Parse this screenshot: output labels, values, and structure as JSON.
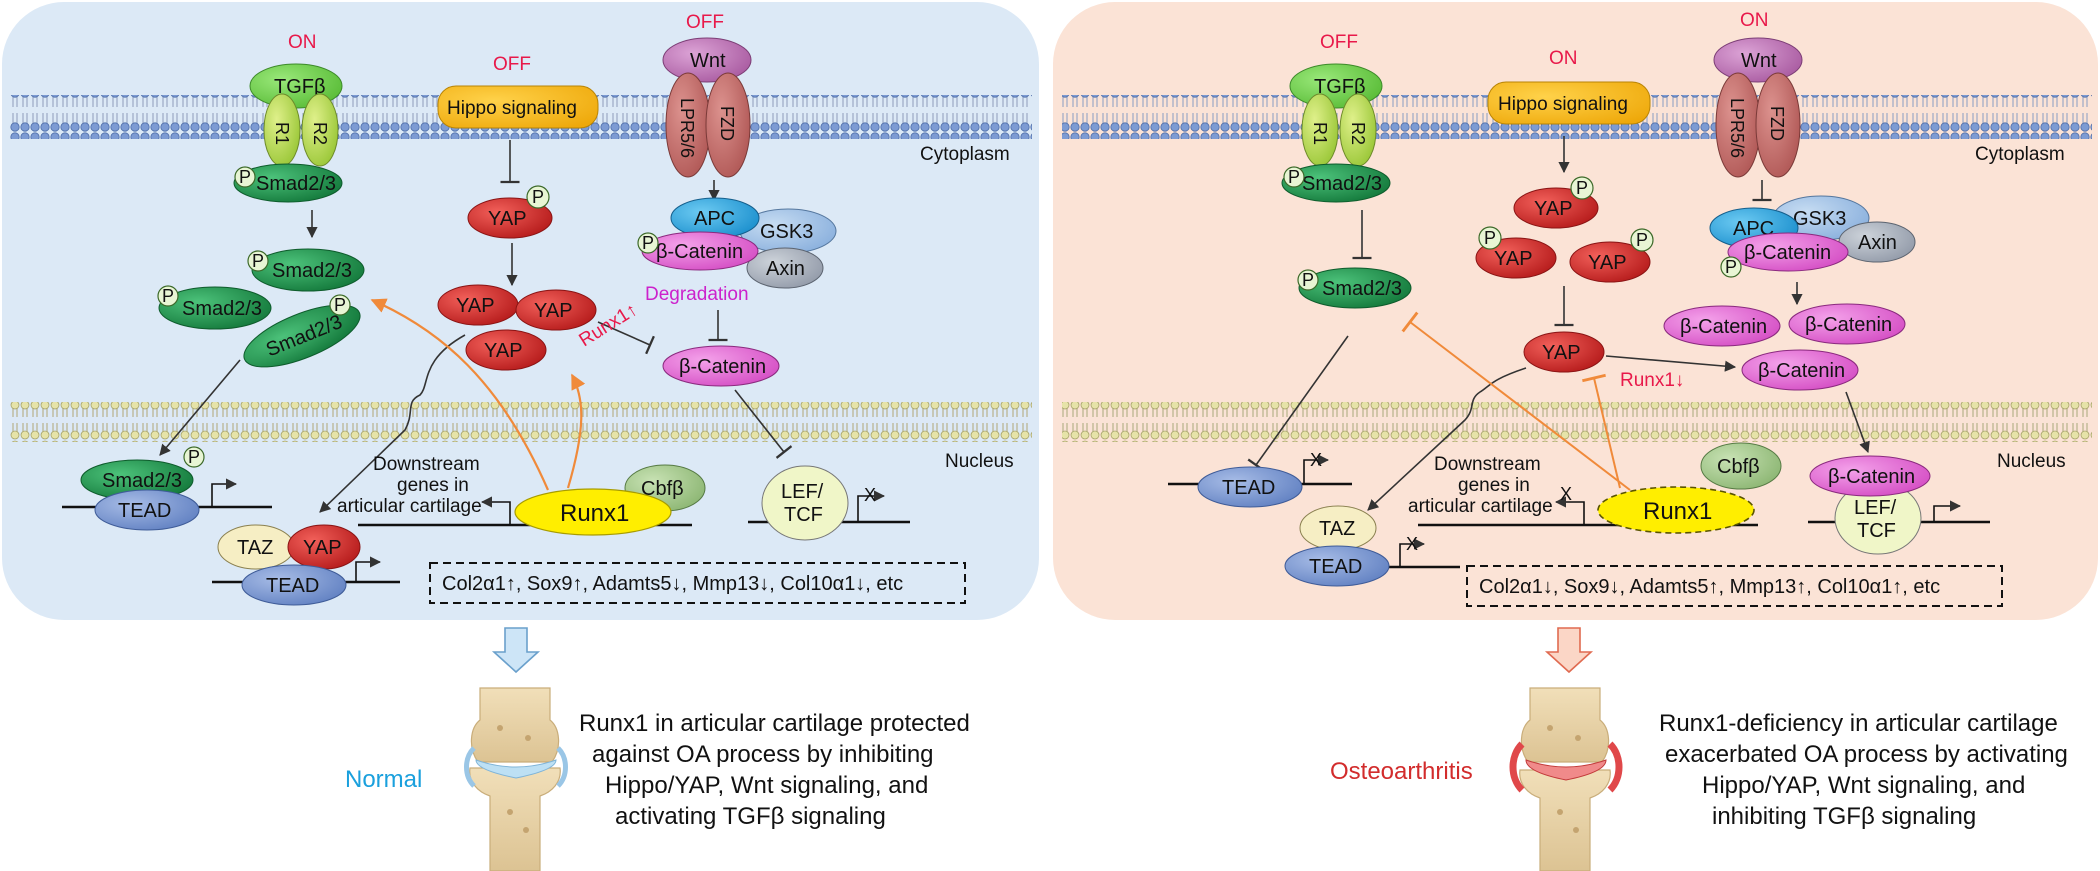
{
  "colors": {
    "left_panel": "#dce9f6",
    "right_panel": "#fbe3d6",
    "membrane_blue": "#6d8fc8",
    "tgfb": "#7fd64a",
    "receptor": "#b8dc52",
    "smad": "#1e9650",
    "yap": "#d62b2b",
    "hippo": "#f6b615",
    "wnt": "#c07ab8",
    "lpr_fzd": "#c6706e",
    "apc": "#2ea8e0",
    "gsk3": "#9fc3e6",
    "axin": "#a9b1bd",
    "catenin": "#e870d6",
    "tead": "#7b96cf",
    "taz": "#f6eec4",
    "runx1": "#ffee00",
    "cbfb": "#a5c98d",
    "leftcf": "#f0f6c8",
    "orange_arrow": "#f08a3a",
    "status_red": "#e8194a",
    "normal_blue": "#1aa0dd",
    "oa_red": "#d22c2c"
  },
  "left": {
    "tgfb_status": "ON",
    "hippo_status": "OFF",
    "wnt_status": "OFF",
    "tgfb": "TGFβ",
    "r1": "R1",
    "r2": "R2",
    "p": "P",
    "smad": "Smad2/3",
    "hippo": "Hippo signaling",
    "yap": "YAP",
    "wnt": "Wnt",
    "lpr": "LPR5/6",
    "fzd": "FZD",
    "apc": "APC",
    "gsk3": "GSK3",
    "catenin": "β-Catenin",
    "axin": "Axin",
    "degradation": "Degradation",
    "runx1_mark": "Runx1↑",
    "cytoplasm": "Cytoplasm",
    "nucleus": "Nucleus",
    "downstream_1": "Downstream",
    "downstream_2": "genes in",
    "downstream_3": "articular cartilage",
    "runx1": "Runx1",
    "cbfb": "Cbfβ",
    "tead": "TEAD",
    "taz": "TAZ",
    "lef": "LEF/",
    "tcf": "TCF",
    "x_mark": "X",
    "genes_box": "Col2α1↑, Sox9↑, Adamts5↓, Mmp13↓, Col10α1↓, etc",
    "state": "Normal",
    "caption_1": "Runx1 in articular cartilage protected",
    "caption_2": "against OA process by inhibiting",
    "caption_3": "Hippo/YAP, Wnt signaling, and",
    "caption_4": "activating TGFβ signaling"
  },
  "right": {
    "tgfb_status": "OFF",
    "hippo_status": "ON",
    "wnt_status": "ON",
    "tgfb": "TGFβ",
    "r1": "R1",
    "r2": "R2",
    "p": "P",
    "smad": "Smad2/3",
    "hippo": "Hippo signaling",
    "yap": "YAP",
    "wnt": "Wnt",
    "lpr": "LPR5/6",
    "fzd": "FZD",
    "apc": "APC",
    "gsk3": "GSK3",
    "catenin": "β-Catenin",
    "axin": "Axin",
    "runx1_mark": "Runx1↓",
    "cytoplasm": "Cytoplasm",
    "nucleus": "Nucleus",
    "downstream_1": "Downstream",
    "downstream_2": "genes in",
    "downstream_3": "articular cartilage",
    "runx1": "Runx1",
    "cbfb": "Cbfβ",
    "tead": "TEAD",
    "taz": "TAZ",
    "lef": "LEF/",
    "tcf": "TCF",
    "x_mark": "X",
    "genes_box": "Col2α1↓, Sox9↓, Adamts5↑, Mmp13↑, Col10α1↑, etc",
    "state": "Osteoarthritis",
    "caption_1": "Runx1-deficiency in articular cartilage",
    "caption_2": "exacerbated OA process by activating",
    "caption_3": "Hippo/YAP, Wnt signaling, and",
    "caption_4": "inhibiting TGFβ signaling"
  }
}
